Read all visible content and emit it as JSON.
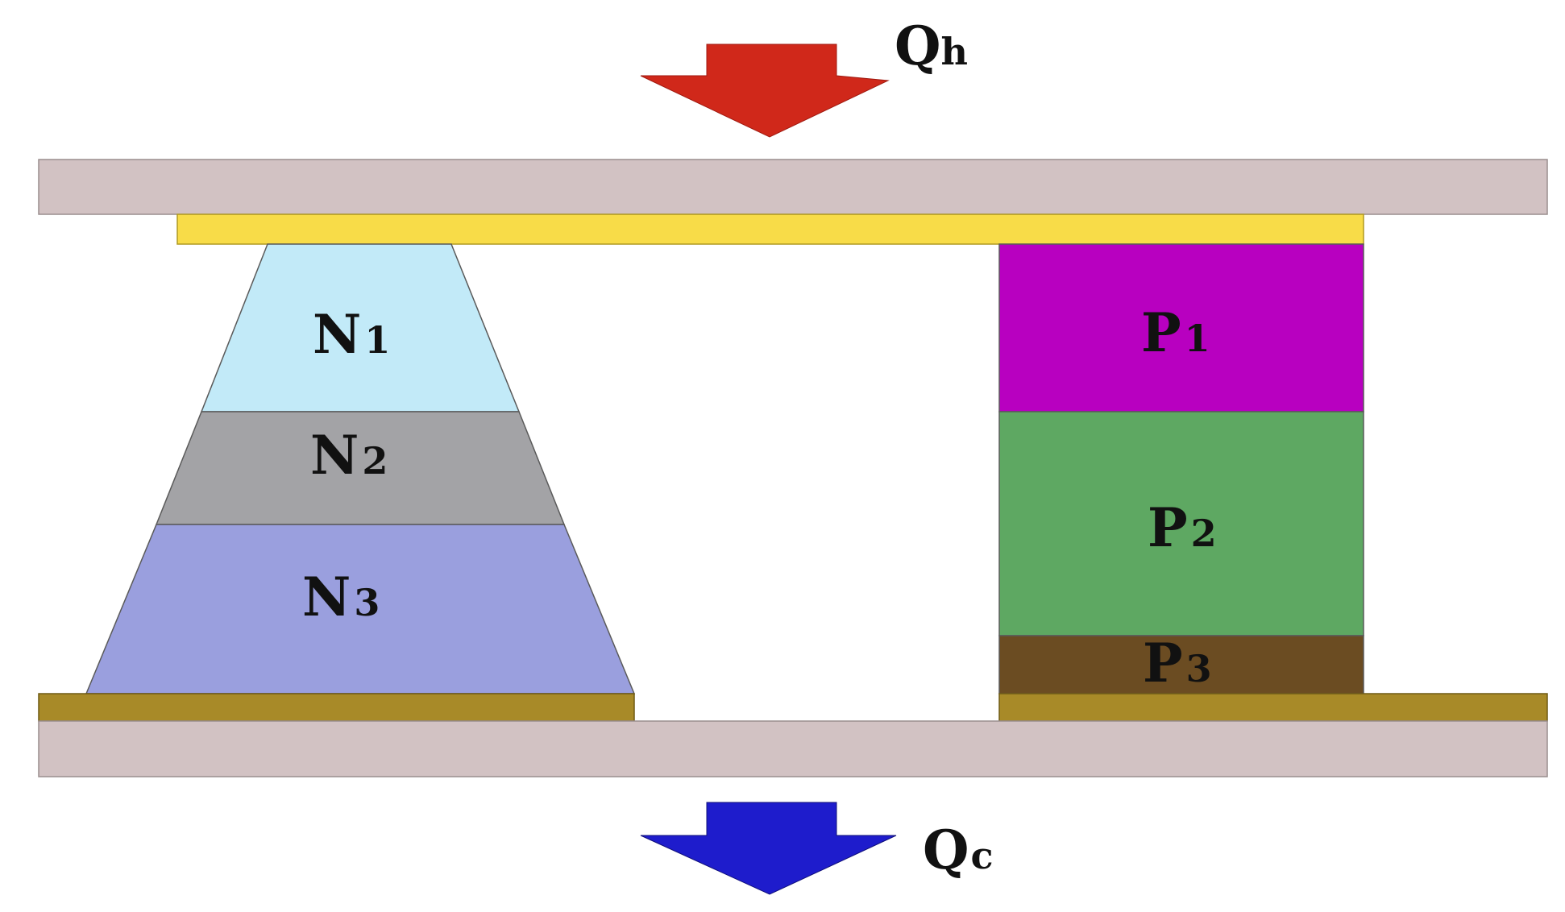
{
  "heat_in": {
    "letter": "Q",
    "subscript": "h",
    "arrow_color": "#d0281a"
  },
  "heat_out": {
    "letter": "Q",
    "subscript": "c",
    "arrow_color": "#1e1ccc"
  },
  "plates": {
    "ceramic_color": "#d2c2c3",
    "top_contact_color": "#f8dc48",
    "bottom_contact_color": "#a88a28"
  },
  "n_leg": {
    "segments": [
      {
        "letter": "N",
        "subscript": "1",
        "color": "#c2eaf8"
      },
      {
        "letter": "N",
        "subscript": "2",
        "color": "#a3a3a6"
      },
      {
        "letter": "N",
        "subscript": "3",
        "color": "#9a9fde"
      }
    ]
  },
  "p_leg": {
    "segments": [
      {
        "letter": "P",
        "subscript": "1",
        "color": "#b800c0"
      },
      {
        "letter": "P",
        "subscript": "2",
        "color": "#5ea862"
      },
      {
        "letter": "P",
        "subscript": "3",
        "color": "#6b4c22"
      }
    ]
  }
}
